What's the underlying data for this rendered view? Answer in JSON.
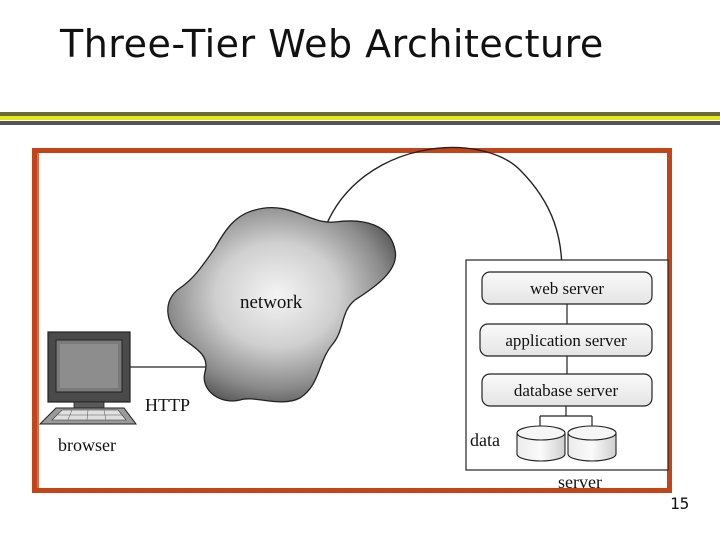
{
  "slide": {
    "title": "Three-Tier Web Architecture",
    "page_number": "15"
  },
  "colors": {
    "frame_border": "#c24418",
    "title_rule_yellow": "#e6e619",
    "title_rule_dark": "#555555"
  },
  "diagram": {
    "network_label": "network",
    "http_label": "HTTP",
    "browser_label": "browser",
    "server_label": "server",
    "data_label": "data",
    "tiers": [
      "web server",
      "application server",
      "database server"
    ],
    "icons": [
      "computer-monitor-icon",
      "keyboard-icon",
      "database-disk-icon",
      "database-disk-icon"
    ]
  }
}
